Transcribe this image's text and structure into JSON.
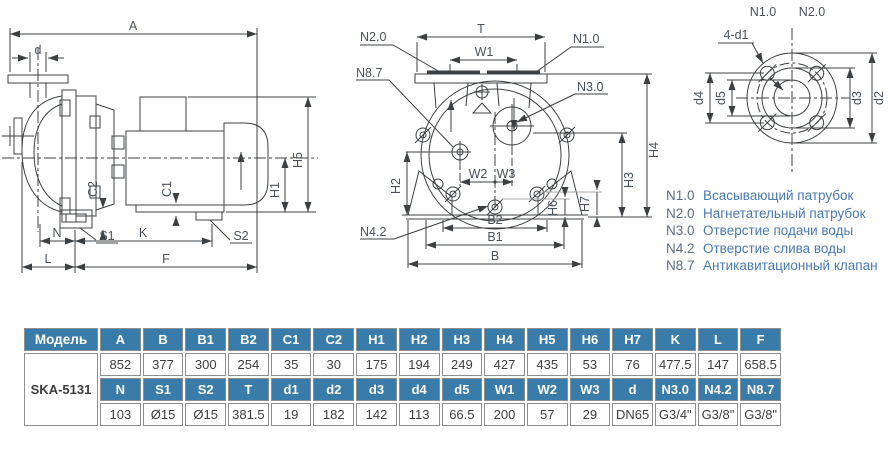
{
  "drawing_labels": {
    "A": "A",
    "d": "d",
    "H1": "H1",
    "H5": "H5",
    "C1": "C1",
    "C2": "C2",
    "S1": "S1",
    "S2": "S2",
    "N": "N",
    "K": "K",
    "L": "L",
    "F": "F",
    "T": "T",
    "W1": "W1",
    "W2": "W2",
    "W3": "W3",
    "H2": "H2",
    "H3": "H3",
    "H4": "H4",
    "H6": "H6",
    "H7": "H7",
    "B": "B",
    "B1": "B1",
    "B2": "B2",
    "N1_0": "N1.0",
    "N2_0": "N2.0",
    "N3_0": "N3.0",
    "N4_2": "N4.2",
    "N8_7": "N8.7",
    "holes": "4-d1",
    "d2": "d2",
    "d3": "d3",
    "d4": "d4",
    "d5": "d5"
  },
  "legend": {
    "items": [
      {
        "code": "N1.0",
        "text": "Всасывающий патрубок"
      },
      {
        "code": "N2.0",
        "text": "Нагнетательный патрубок"
      },
      {
        "code": "N3.0",
        "text": "Отверстие подачи воды"
      },
      {
        "code": "N4.2",
        "text": "Отверстие слива воды"
      },
      {
        "code": "N8.7",
        "text": "Антикавитационный клапан"
      }
    ]
  },
  "table": {
    "model_header": "Модель",
    "model": "SKA-5131",
    "dim_headers_row1": [
      "A",
      "B",
      "B1",
      "B2",
      "C1",
      "C2",
      "H1",
      "H2",
      "H3",
      "H4",
      "H5",
      "H6",
      "H7",
      "K",
      "L",
      "F"
    ],
    "values_row1": [
      "852",
      "377",
      "300",
      "254",
      "35",
      "30",
      "175",
      "194",
      "249",
      "427",
      "435",
      "53",
      "76",
      "477.5",
      "147",
      "658.5"
    ],
    "dim_headers_row2": [
      "N",
      "S1",
      "S2",
      "T",
      "d1",
      "d2",
      "d3",
      "d4",
      "d5",
      "W1",
      "W2",
      "W3",
      "d",
      "N3.0",
      "N4.2",
      "N8.7"
    ],
    "values_row2": [
      "103",
      "Ø15",
      "Ø15",
      "381.5",
      "19",
      "182",
      "142",
      "113",
      "66.5",
      "200",
      "57",
      "29",
      "DN65",
      "G3/4\"",
      "G3/8\"",
      "G3/8\""
    ]
  },
  "colors": {
    "header_bg": "#3a7ca9",
    "header_text": "#ffffff",
    "value_text": "#3e3e3e",
    "line": "#3d4043",
    "dim_text": "#4a525c",
    "legend_code": "#5d6c7e",
    "legend_text": "#4a7ab2",
    "gray_ext": "#a8a8a8"
  }
}
